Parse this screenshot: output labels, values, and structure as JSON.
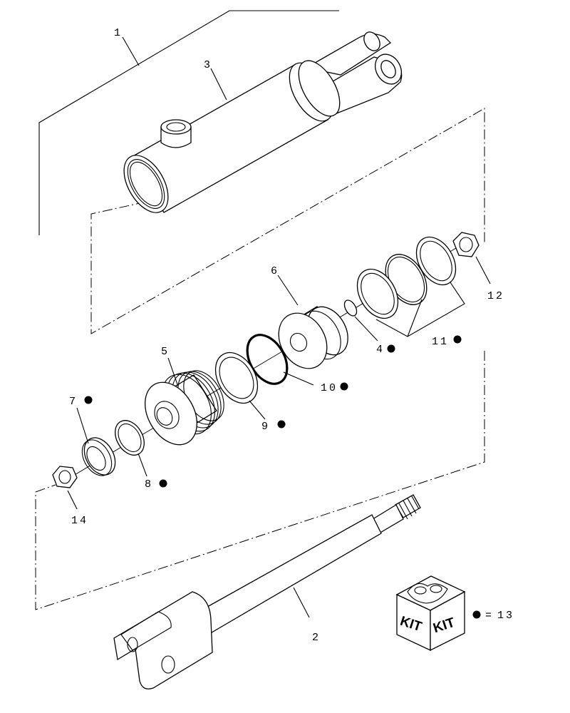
{
  "callouts": {
    "c1": "1",
    "c2": "2",
    "c3": "3",
    "c4": "4",
    "c5": "5",
    "c6": "6",
    "c7": "7",
    "c8": "8",
    "c9": "9",
    "c10": "10",
    "c11": "11",
    "c12": "12",
    "c13": "13",
    "c14": "14"
  },
  "kit": {
    "label_left": "KIT",
    "label_right": "KIT",
    "equals": "="
  }
}
